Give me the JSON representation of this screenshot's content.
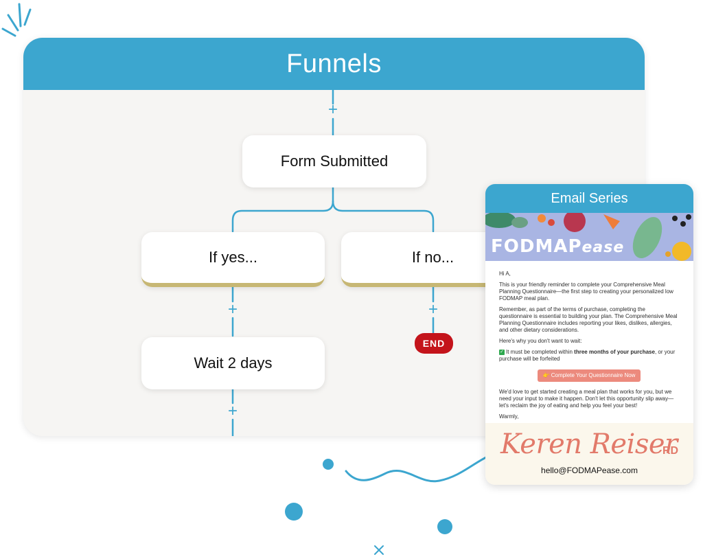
{
  "panel": {
    "title": "Funnels"
  },
  "nodes": {
    "form_submitted": "Form Submitted",
    "if_yes": "If yes...",
    "if_no": "If no...",
    "wait": "Wait 2 days",
    "end": "END"
  },
  "add_symbol": "+",
  "email": {
    "header": "Email Series",
    "brand_main": "FODMAP",
    "brand_accent": "ease",
    "greeting": "Hi A,",
    "p1": "This is your friendly reminder to complete your Comprehensive Meal Planning Questionnaire—the first step to creating your personalized low FODMAP meal plan.",
    "p2": "Remember, as part of the terms of purchase, completing the questionnaire is essential to building your plan. The Comprehensive Meal Planning Questionnaire includes reporting your likes, dislikes, allergies, and other dietary considerations.",
    "p3": "Here's why you don't want to wait:",
    "check_mark": "✓",
    "bullet_pre": "It must be completed within ",
    "bullet_bold": "three months of your purchase",
    "bullet_post": ", or your purchase will be forfeited",
    "cta": "👉 Complete Your Questionnaire Now",
    "p4": "We'd love to get started creating a meal plan that works for you, but we need your input to make it happen. Don't let this opportunity slip away—let's reclaim the joy of eating and help you feel your best!",
    "closing": "Warmly,",
    "signature": "Keren Reiser",
    "signature_suffix": "RD",
    "contact": "hello@FODMAPease.com"
  },
  "colors": {
    "accent": "#3ca6cf",
    "gold": "#c7b774",
    "end_red": "#c4141b",
    "signature": "#e27a6a"
  }
}
